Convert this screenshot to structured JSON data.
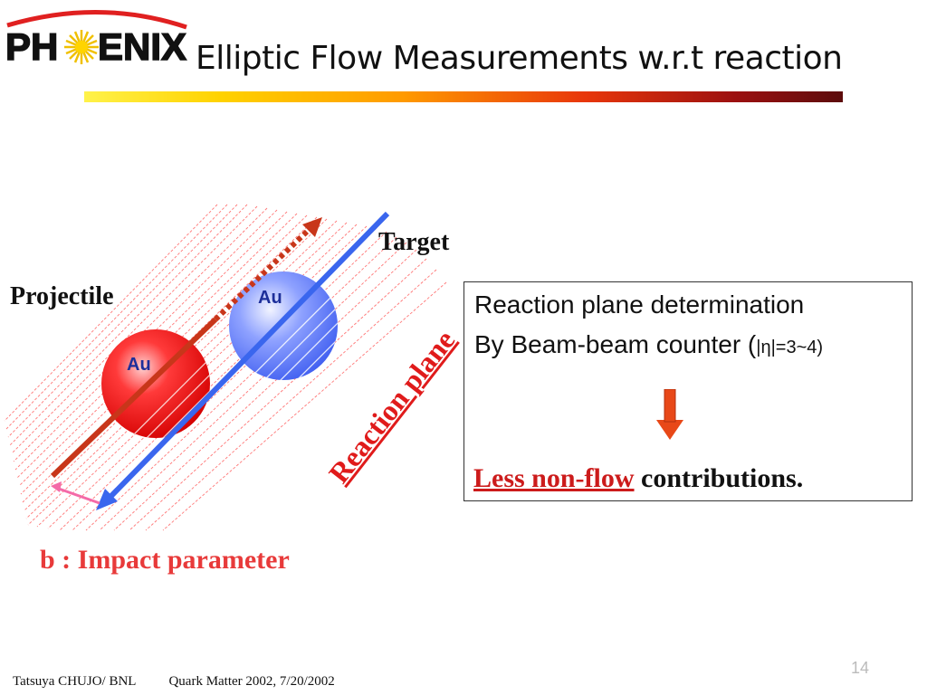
{
  "header": {
    "logo_text_left": "PH",
    "logo_text_right": "ENIX",
    "title": "Elliptic Flow Measurements w.r.t reaction"
  },
  "diagram": {
    "target_label": "Target",
    "projectile_label": "Projectile",
    "nucleus_target_label": "Au",
    "nucleus_projectile_label": "Au",
    "reaction_plane_label": "Reaction plane",
    "impact_parameter_label": "b : Impact parameter"
  },
  "info_box": {
    "line1": "Reaction plane determination",
    "line2_main": "By Beam-beam counter (",
    "line2_small": "|η|=3~4)",
    "conclusion_highlight": "Less non-flow",
    "conclusion_rest": " contributions."
  },
  "footer": {
    "author": "Tatsuya CHUJO/ BNL",
    "event": "Quark Matter 2002,   7/20/2002"
  },
  "page_number": "14",
  "colors": {
    "title_bar_start": "#fff24a",
    "title_bar_end": "#5c0c0c",
    "accent_red": "#e01b1b",
    "beam_blue": "#3a66ee",
    "beam_red": "#c8361a",
    "impact_pink": "#f46aa8"
  }
}
